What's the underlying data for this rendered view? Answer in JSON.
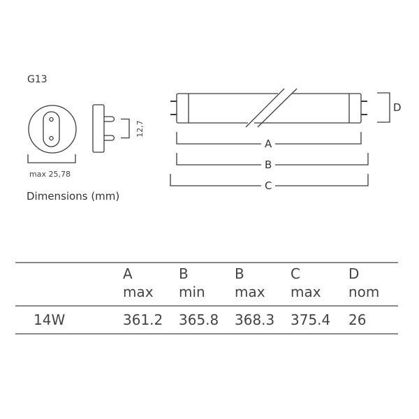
{
  "base_type": "G13",
  "cap_diameter_label": "max 25,78",
  "pin_spacing_label": "12,7",
  "dimensions_caption": "Dimensions (mm)",
  "tube_labels": {
    "a": "A",
    "b": "B",
    "c": "C",
    "d": "D"
  },
  "table": {
    "headers": [
      {
        "letter": "A",
        "qualifier": "max"
      },
      {
        "letter": "B",
        "qualifier": "min"
      },
      {
        "letter": "B",
        "qualifier": "max"
      },
      {
        "letter": "C",
        "qualifier": "max"
      },
      {
        "letter": "D",
        "qualifier": "nom"
      }
    ],
    "rows": [
      {
        "name": "14W",
        "values": [
          "361.2",
          "365.8",
          "368.3",
          "375.4",
          "26"
        ]
      }
    ]
  }
}
